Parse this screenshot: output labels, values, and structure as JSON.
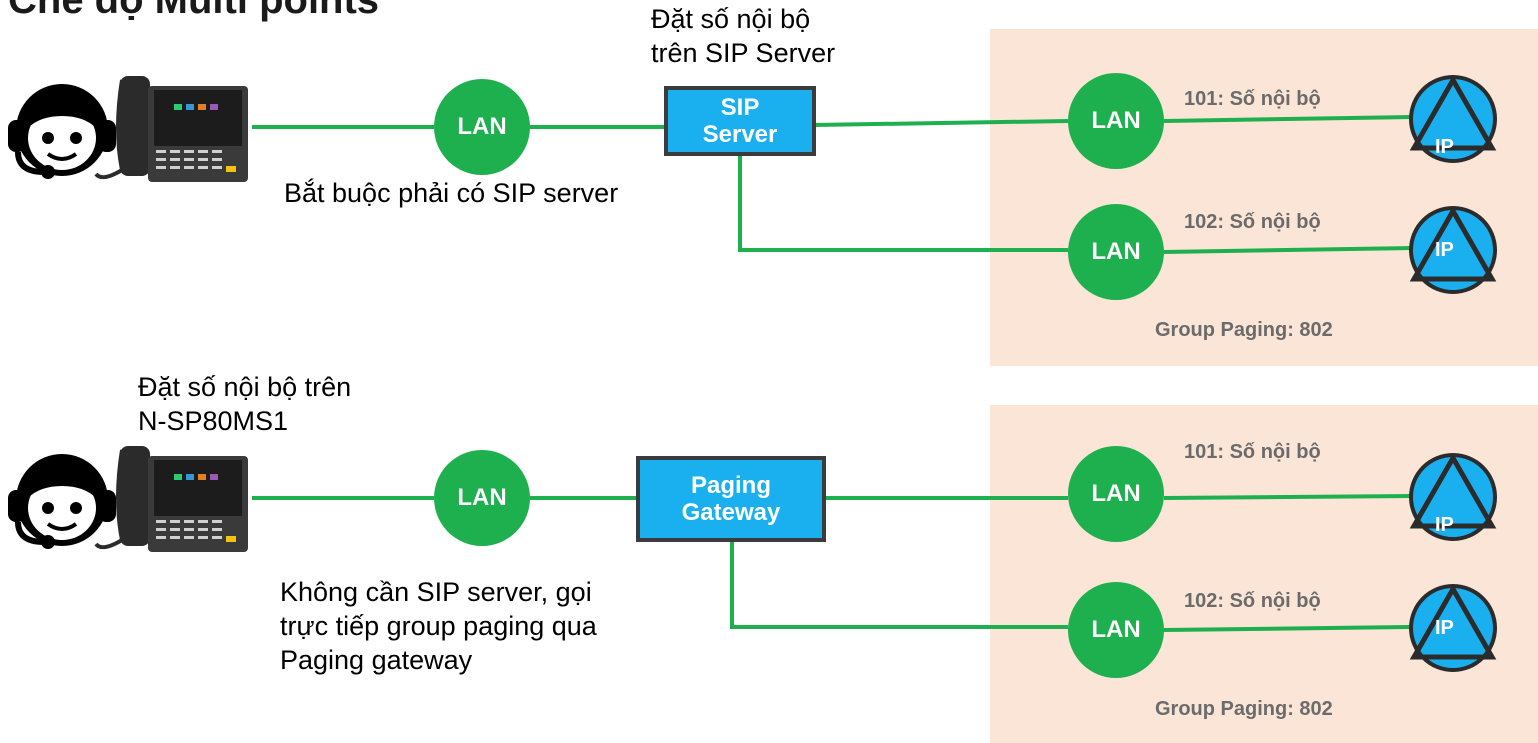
{
  "title": "Chế độ Multi points",
  "colors": {
    "lan": "#1eb04f",
    "device_box": "#1ab0f0",
    "zone": "#fbe5d6",
    "line": "#1eb04f"
  },
  "top": {
    "note_extension": [
      "Đặt số nội bộ",
      "trên SIP Server"
    ],
    "note_requirement": "Bắt buộc phải có SIP server",
    "lan_label": "LAN",
    "server_label": [
      "SIP",
      "Server"
    ],
    "speakers": [
      {
        "ext": "101: Số nội bộ",
        "lan": "LAN",
        "ip": "IP"
      },
      {
        "ext": "102: Số nội bộ",
        "lan": "LAN",
        "ip": "IP"
      }
    ],
    "group_paging": "Group Paging: 802"
  },
  "bottom": {
    "note_extension": [
      "Đặt số nội bộ trên",
      "N-SP80MS1"
    ],
    "note_requirement": [
      "Không cần SIP server, gọi",
      "trực tiếp group paging qua",
      "Paging gateway"
    ],
    "lan_label": "LAN",
    "gateway_label": [
      "Paging",
      "Gateway"
    ],
    "speakers": [
      {
        "ext": "101: Số nội bộ",
        "lan": "LAN",
        "ip": "IP"
      },
      {
        "ext": "102: Số nội bộ",
        "lan": "LAN",
        "ip": "IP"
      }
    ],
    "group_paging": "Group Paging: 802"
  },
  "icons": [
    "operator-headset-icon",
    "ip-phone-icon",
    "ip-speaker-icon"
  ]
}
